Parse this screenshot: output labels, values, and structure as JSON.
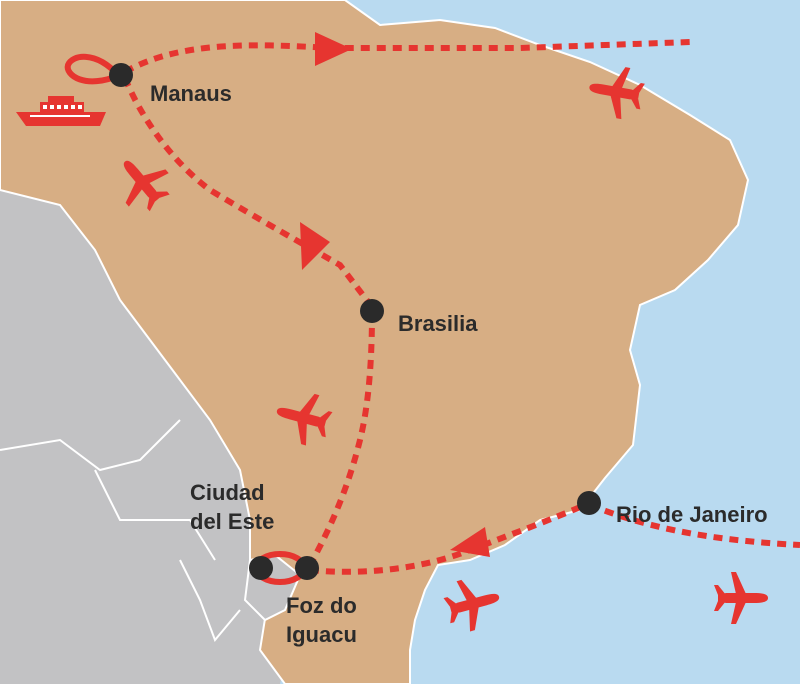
{
  "map": {
    "cities": [
      {
        "id": "manaus",
        "label": "Manaus"
      },
      {
        "id": "brasilia",
        "label": "Brasilia"
      },
      {
        "id": "ciudad",
        "label_lines": [
          "Ciudad",
          "del Este"
        ]
      },
      {
        "id": "foz",
        "label_lines": [
          "Foz do",
          "Iguacu"
        ]
      },
      {
        "id": "rio",
        "label": "Rio de Janeiro"
      }
    ],
    "icons": {
      "transport": [
        "airplane-icon",
        "boat-icon"
      ]
    },
    "colors": {
      "sea": "#b9daf0",
      "brazil": "#d7ae84",
      "neighbor_land": "#c2c2c4",
      "border": "#ffffff",
      "route": "#e63530",
      "city_dot": "#2a2a2a",
      "label": "#2b2b2b"
    }
  }
}
